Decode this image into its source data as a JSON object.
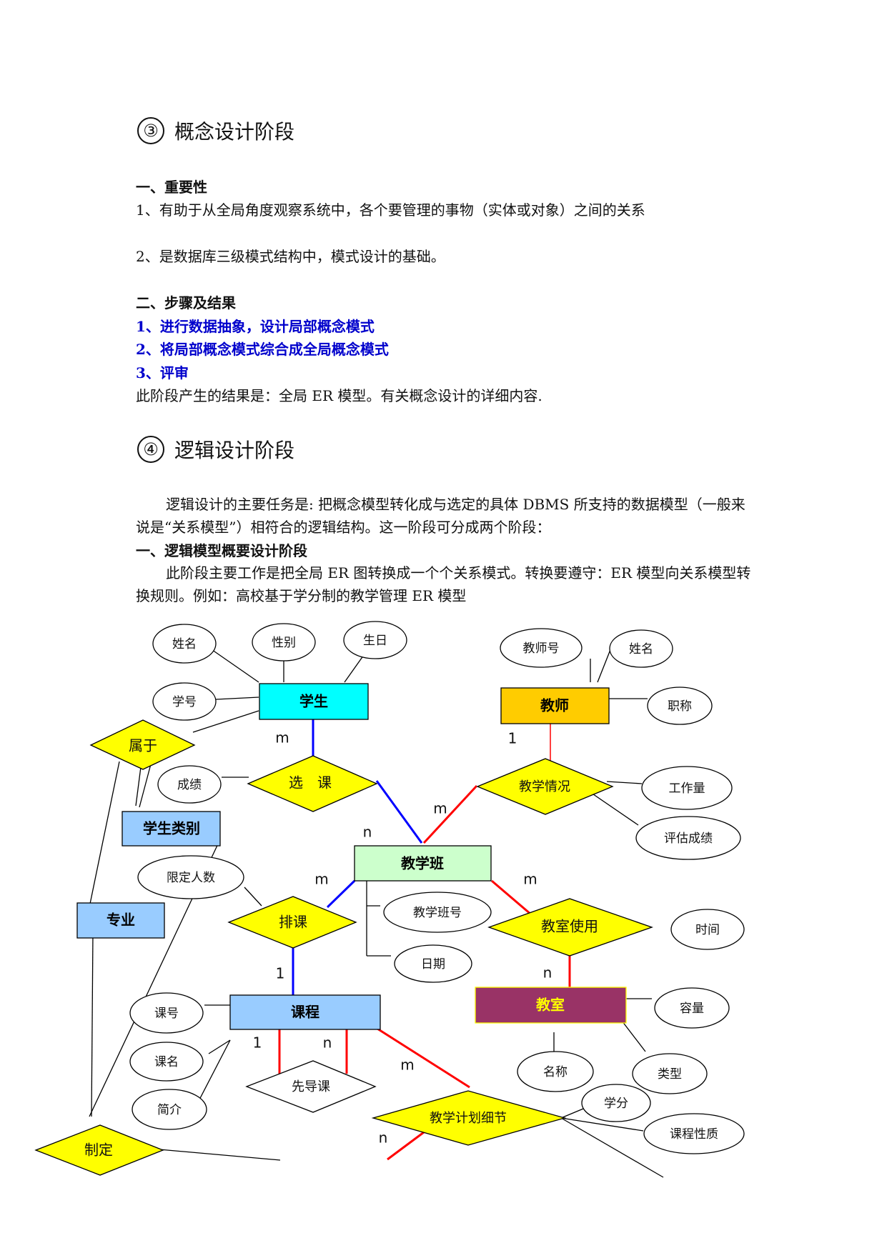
{
  "section3": {
    "num": "③",
    "title": "概念设计阶段"
  },
  "importance": {
    "heading": "一、重要性",
    "p1": "1、有助于从全局角度观察系统中，各个要管理的事物（实体或对象）之间的关系",
    "p2": "2、是数据库三级模式结构中，模式设计的基础。"
  },
  "steps": {
    "heading": "二、步骤及结果",
    "s1": "1、进行数据抽象，设计局部概念模式",
    "s2": "2、将局部概念模式综合成全局概念模式",
    "s3": "3、评审",
    "result": "此阶段产生的结果是：全局 ER 模型。有关概念设计的详细内容."
  },
  "section4": {
    "num": "④",
    "title": "逻辑设计阶段"
  },
  "logic": {
    "intro": "逻辑设计的主要任务是: 把概念模型转化成与选定的具体 DBMS 所支持的数据模型（一般来说是“关系模型”）相符合的逻辑结构。这一阶段可分成两个阶段：",
    "subheading": "一、逻辑模型概要设计阶段",
    "desc": "此阶段主要工作是把全局 ER 图转换成一个个关系模式。转换要遵守：ER 模型向关系模型转换规则。例如：高校基于学分制的教学管理 ER 模型"
  },
  "er": {
    "entities": {
      "student": "学生",
      "teacher": "教师",
      "student_type": "学生类别",
      "teaching_class": "教学班",
      "major": "专业",
      "course": "课程",
      "classroom": "教室"
    },
    "relations": {
      "belongs": "属于",
      "select": "选　课",
      "teaching": "教学情况",
      "schedule": "排课",
      "room_use": "教室使用",
      "prereq": "先导课",
      "plan_detail": "教学计划细节",
      "make": "制定"
    },
    "attributes": {
      "s_name": "姓名",
      "s_gender": "性别",
      "s_birth": "生日",
      "s_no": "学号",
      "t_no": "教师号",
      "t_name": "姓名",
      "t_title": "职称",
      "grade": "成绩",
      "workload": "工作量",
      "eval": "评估成绩",
      "limit": "限定人数",
      "class_no": "教学班号",
      "date": "日期",
      "time": "时间",
      "c_no": "课号",
      "c_name": "课名",
      "c_intro": "简介",
      "capacity": "容量",
      "r_name": "名称",
      "r_type": "类型",
      "credit": "学分",
      "c_nature": "课程性质"
    },
    "cardinalities": {
      "sel_m": "m",
      "sel_n": "n",
      "teach_1": "1",
      "teach_m": "m",
      "sch_m": "m",
      "sch_1": "1",
      "use_m": "m",
      "use_n": "n",
      "pre_1": "1",
      "pre_n": "n",
      "plan_m": "m",
      "plan_n": "n"
    },
    "colors": {
      "student": "#00ffff",
      "teacher": "#ffcc00",
      "light_blue": "#99ccff",
      "teaching_class": "#ccffcc",
      "classroom": "#993366",
      "classroom_text": "#ffff00",
      "diamond": "#ffff00",
      "blue_line": "#0000ff",
      "red_line": "#ff0000"
    }
  }
}
